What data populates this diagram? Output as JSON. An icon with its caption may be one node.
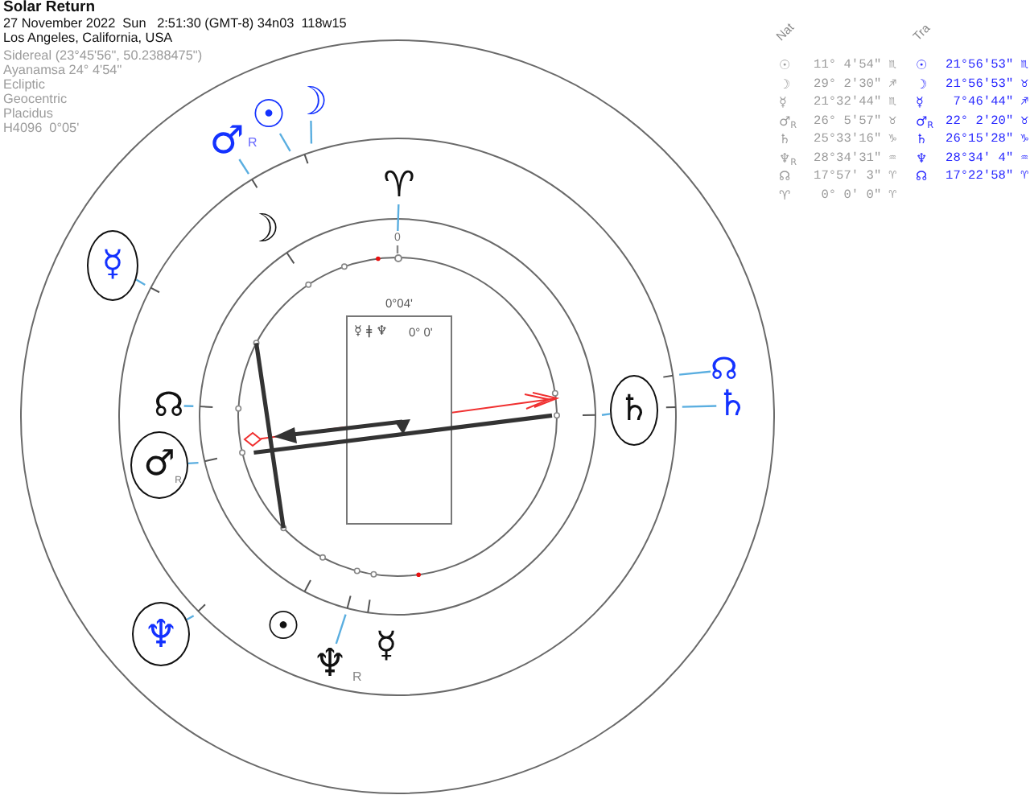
{
  "diagram": {
    "title": "Solar Return",
    "nodes": [
      {
        "text": [
          "♂"
        ],
        "beside": [
          "R"
        ]
      },
      {
        "text": [
          "☉"
        ]
      },
      {
        "text": [
          "☽"
        ]
      },
      {
        "text": [
          "♈"
        ]
      },
      {
        "text": [
          "0"
        ]
      },
      {
        "text": [],
        "shape": "circle"
      },
      {
        "text": [
          "☽"
        ]
      },
      {
        "text": [
          "☿"
        ]
      },
      {
        "text": [
          "0°04'",
          "☿ ǂ ♆",
          "0° 0'"
        ]
      },
      {
        "text": [
          "☊"
        ]
      },
      {
        "text": [
          "♄"
        ]
      },
      {
        "text": [
          "☊"
        ]
      },
      {
        "text": [
          "♄"
        ]
      },
      {
        "text": [
          "♂",
          "R"
        ]
      },
      {
        "text": [
          "☉"
        ]
      },
      {
        "text": [
          "☿"
        ]
      },
      {
        "text": [
          "♆"
        ]
      },
      {
        "text": [
          "♆"
        ],
        "beside": [
          "R"
        ]
      }
    ],
    "edges": [
      {
        "from": 0,
        "to": null,
        "arrow": "none"
      },
      {
        "from": 1,
        "to": null,
        "arrow": "none"
      },
      {
        "from": 2,
        "to": null,
        "arrow": "none"
      },
      {
        "from": 3,
        "to": 4,
        "arrow": "none"
      },
      {
        "from": 4,
        "to": 5,
        "arrow": "none",
        "color": "#888888"
      },
      {
        "from": 7,
        "to": null,
        "arrow": "none"
      },
      {
        "from": 9,
        "to": null,
        "arrow": "none"
      },
      {
        "from": 10,
        "to": null,
        "arrow": "none"
      },
      {
        "from": 11,
        "to": null,
        "arrow": "none"
      },
      {
        "from": 12,
        "to": null,
        "arrow": "none"
      },
      {
        "from": 13,
        "to": null,
        "arrow": "none"
      },
      {
        "from": 16,
        "to": null,
        "arrow": "none"
      },
      {
        "from": 17,
        "to": null,
        "arrow": "none"
      }
    ],
    "labels": [
      "27 November 2022  Sun   2:51:30 (GMT-8) 34n03  118w15",
      "Los Angeles, California, USA",
      "Sidereal (23°45'56\", 50.2388475\")",
      "Ayanamsa 24° 4'54\"",
      "Ecliptic",
      "Geocentric",
      "Placidus",
      "H4096  0°05'",
      "Nat",
      "Tra",
      "☉",
      "11° 4'54\" ♏",
      "☉",
      "21°56'53\" ♏",
      "☽",
      "29° 2'30\" ♐",
      "☽",
      "21°56'53\" ♉",
      "☿",
      "21°32'44\" ♏",
      "☿",
      "7°46'44\" ♐",
      "♂$_{R}$",
      "26° 5'57\" ♉",
      "♂$_{R}$",
      "22° 2'20\" ♉",
      "♄",
      "25°33'16\" ♑",
      "♄",
      "26°15'28\" ♑",
      "♆$_{R}$",
      "28°34'31\" ♒",
      "♆",
      "28°34' 4\" ♒",
      "☊",
      "17°57' 3\" ♈",
      "☊",
      "17°22'58\" ♈",
      "♈",
      "0° 0' 0\" ♈"
    ]
  }
}
